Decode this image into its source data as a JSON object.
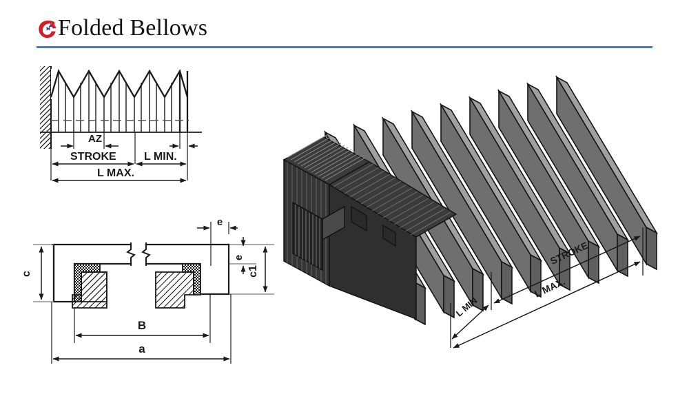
{
  "header": {
    "title": "Folded Bellows",
    "logo_icon": "company-logo-icon",
    "rule_color": "#3a80bd"
  },
  "diagram_top_left": {
    "name": "folded-bellows-side-profile-drawing",
    "labels": {
      "az": "AZ",
      "stroke": "STROKE",
      "l_min": "L MIN.",
      "l_max": "L MAX."
    },
    "fold_count": 8,
    "wall_hatch": "fixed-wall-hatching"
  },
  "diagram_bottom_left": {
    "name": "folded-bellows-cross-section-drawing",
    "labels": {
      "c": "c",
      "e_top": "e",
      "e_side": "e",
      "c1": "c1",
      "b": "B",
      "a": "a"
    },
    "break_symbol": "break-line-symbol",
    "hatching": [
      "diagonal-section-hatch",
      "dotted-gasket-hatch"
    ]
  },
  "diagram_right": {
    "name": "folded-bellows-3d-isometric-view",
    "labels": {
      "l_min": "L MIN",
      "stroke": "STROKE",
      "l_max": "L MAX."
    },
    "fin_count_expanded": 9,
    "fin_count_compressed": 14,
    "colors": {
      "fin_top": "#9d9d9d",
      "fin_face": "#7a7a7a",
      "fin_side": "#6a6a6a",
      "compressed_body": "#333333",
      "outline": "#1a1a1a"
    }
  }
}
